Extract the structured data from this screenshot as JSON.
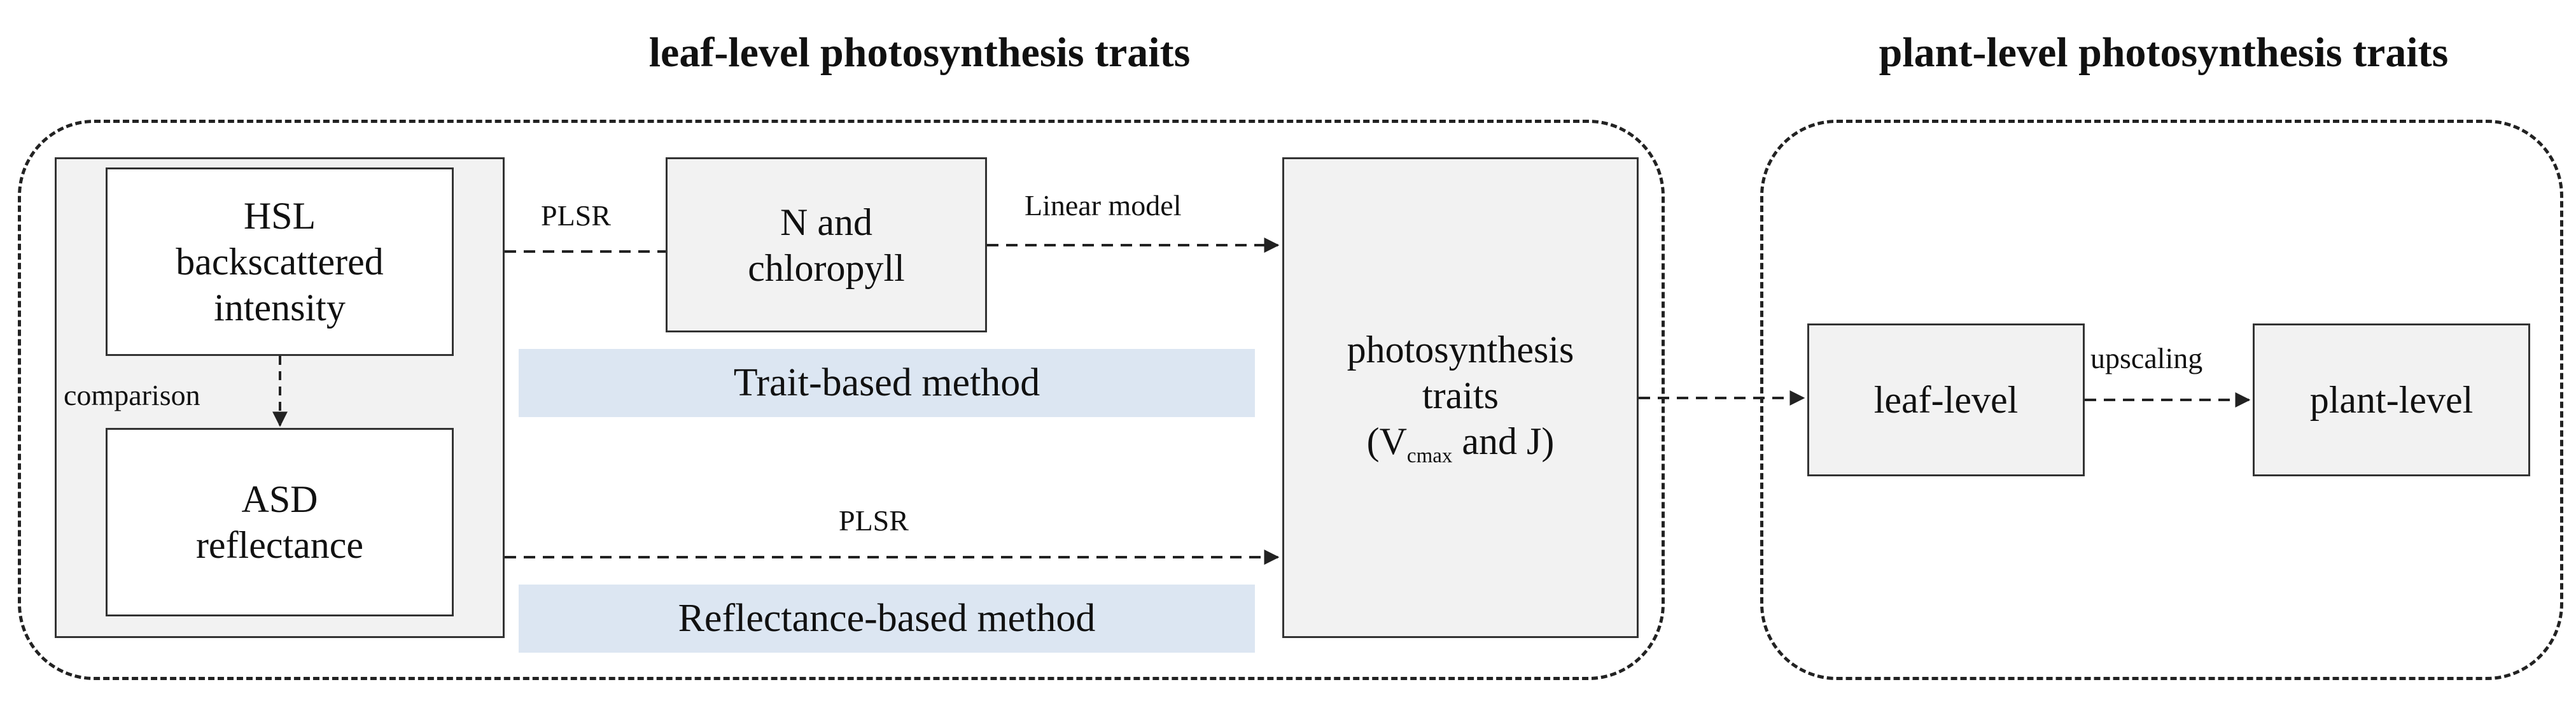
{
  "titles": {
    "leaf": "leaf-level photosynthesis traits",
    "plant": "plant-level photosynthesis traits"
  },
  "nodes": {
    "hsl": [
      "HSL",
      "backscattered",
      "intensity"
    ],
    "asd": [
      "ASD",
      "reflectance"
    ],
    "n_chl": [
      "N and",
      "chloropyll"
    ],
    "photo": {
      "line1": "photosynthesis",
      "line2": "traits",
      "line3_pre": "(V",
      "line3_sub": "cmax",
      "line3_post": " and J)"
    },
    "leaf_level": "leaf-level",
    "plant_level": "plant-level"
  },
  "methods": {
    "trait": "Trait-based method",
    "reflectance": "Reflectance-based method"
  },
  "edge_labels": {
    "comparison": "comparison",
    "plsr_top": "PLSR",
    "linear_model": "Linear model",
    "plsr_bottom": "PLSR",
    "upscaling": "upscaling"
  }
}
